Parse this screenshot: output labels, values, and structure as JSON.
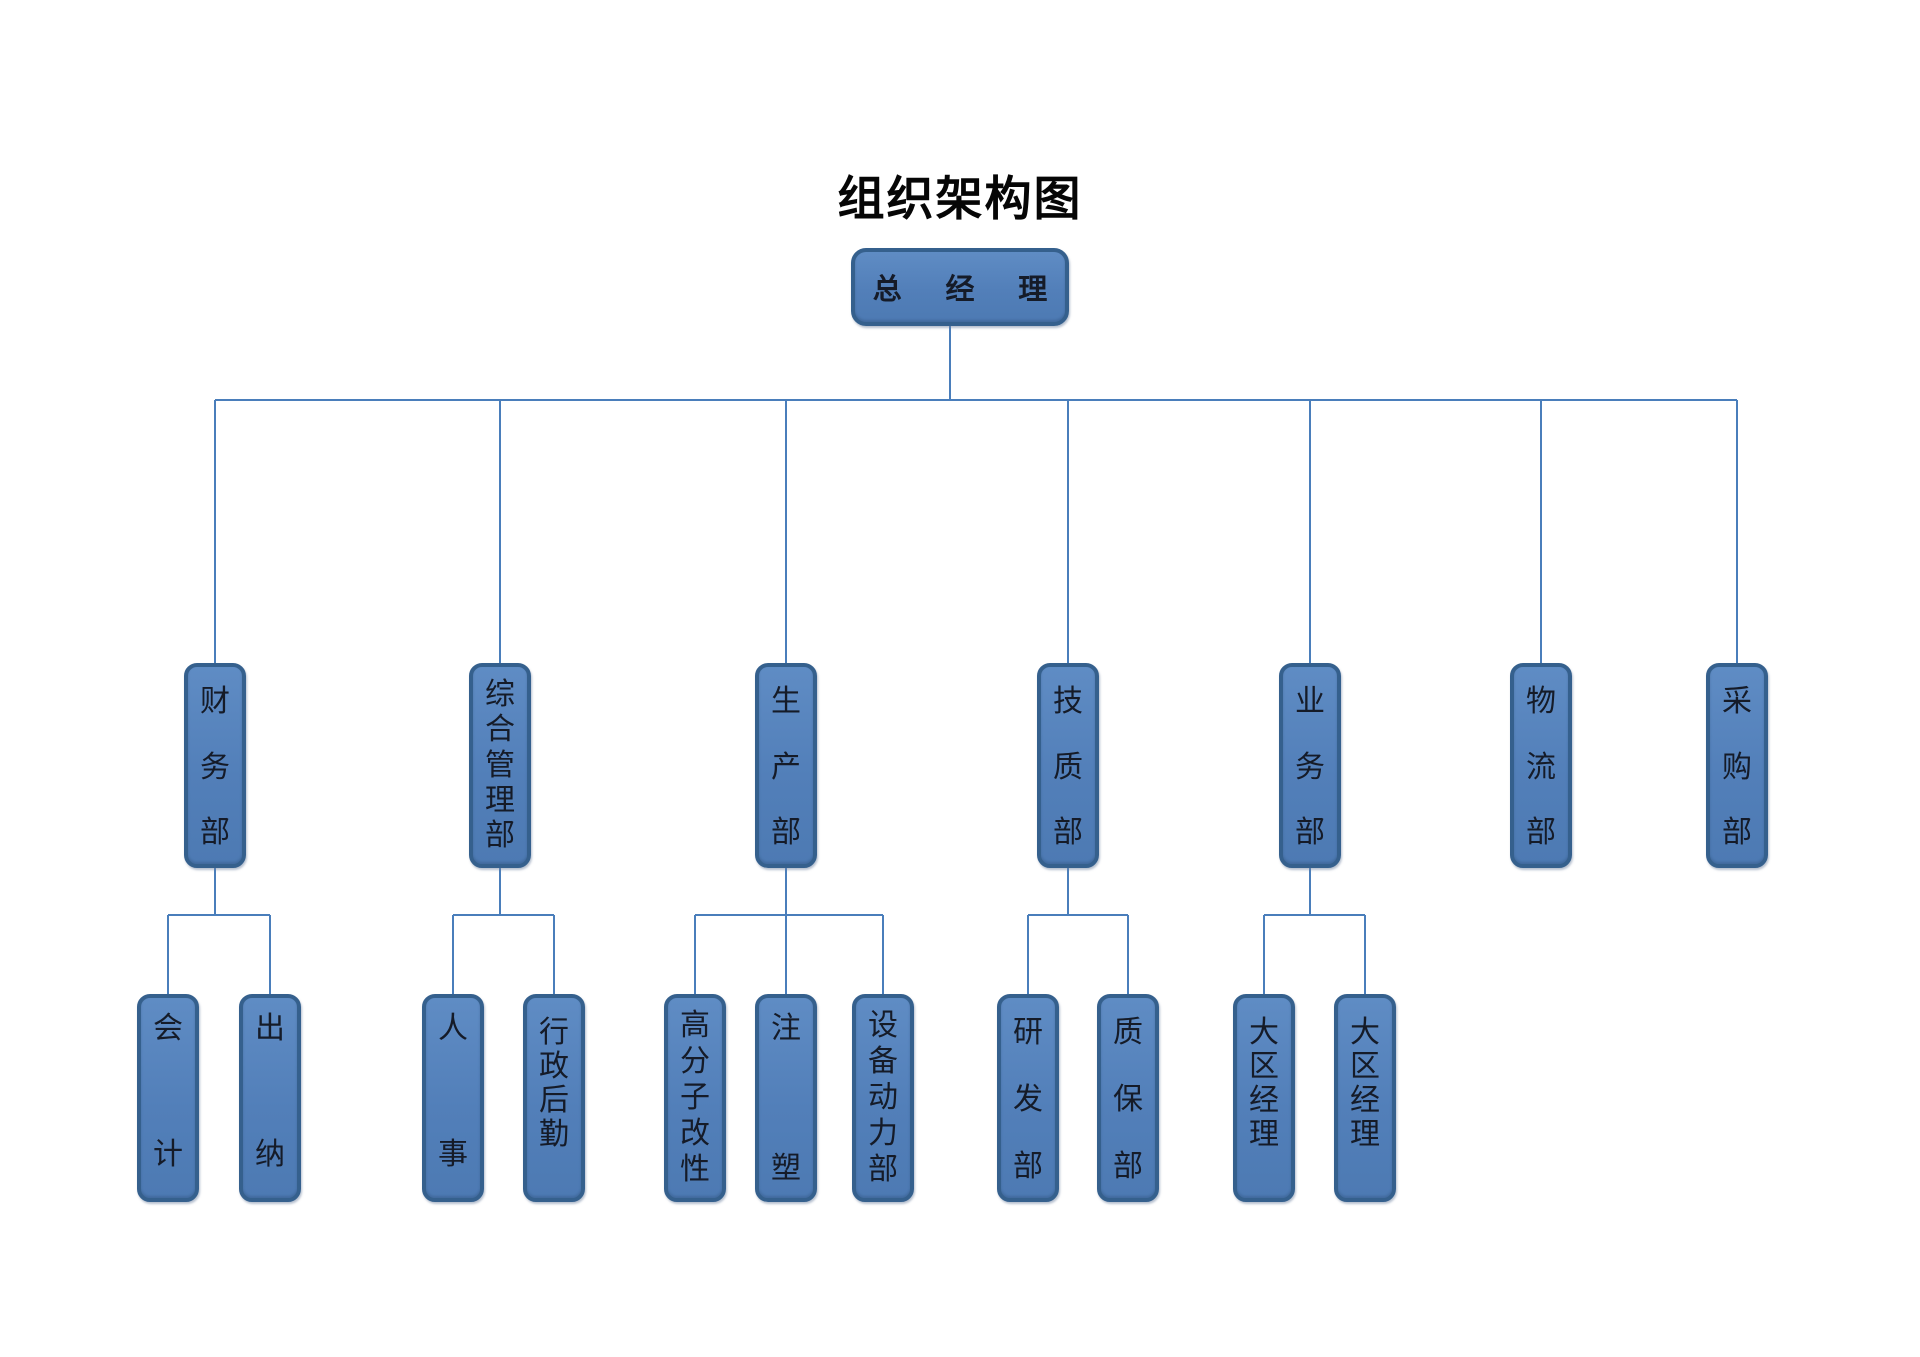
{
  "title": "组织架构图",
  "colors": {
    "box_fill": "#5584bd",
    "box_border": "#35608d",
    "connector": "#4a7ebb",
    "text": "#151b28",
    "title_text": "#060606",
    "background": "#ffffff"
  },
  "root": {
    "label": "总 经 理"
  },
  "departments": [
    {
      "label": "财务部",
      "children": [
        "会计",
        "出纳"
      ]
    },
    {
      "label": "综合管理部",
      "children": [
        "人事",
        "行政后勤"
      ]
    },
    {
      "label": "生产部",
      "children": [
        "高分子改性",
        "注塑",
        "设备动力部"
      ]
    },
    {
      "label": "技质部",
      "children": [
        "研发部",
        "质保部"
      ]
    },
    {
      "label": "业务部",
      "children": [
        "大区经理",
        "大区经理"
      ]
    },
    {
      "label": "物流部",
      "children": []
    },
    {
      "label": "采购部",
      "children": []
    }
  ]
}
